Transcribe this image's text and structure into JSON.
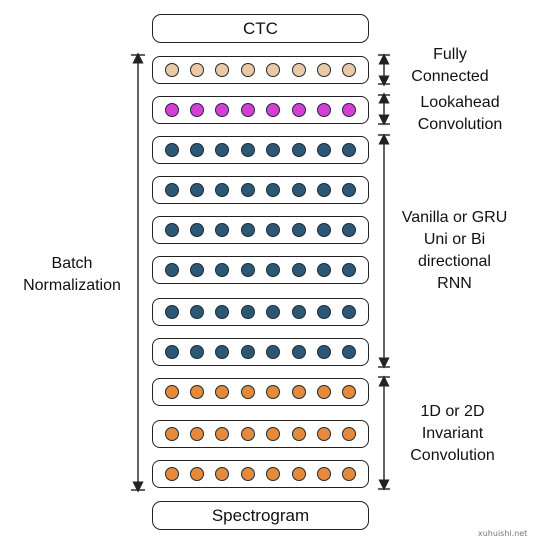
{
  "top_label": "CTC",
  "bottom_label": "Spectrogram",
  "side_labels": {
    "fully_connected": "Fully\nConnected",
    "lookahead": "Lookahead\nConvolution",
    "rnn": "Vanilla or GRU\nUni or Bi\ndirectional\nRNN",
    "conv": "1D or 2D\nInvariant\nConvolution",
    "batch_norm": "Batch\nNormalization"
  },
  "layers": [
    {
      "type": "fully_connected",
      "color": "#ecc9a6",
      "units": 8
    },
    {
      "type": "lookahead",
      "color": "#d63fd6",
      "units": 8
    },
    {
      "type": "rnn",
      "color": "#2d5875",
      "units": 8
    },
    {
      "type": "rnn",
      "color": "#2d5875",
      "units": 8
    },
    {
      "type": "rnn",
      "color": "#2d5875",
      "units": 8
    },
    {
      "type": "rnn",
      "color": "#2d5875",
      "units": 8
    },
    {
      "type": "rnn",
      "color": "#2d5875",
      "units": 8
    },
    {
      "type": "rnn",
      "color": "#2d5875",
      "units": 8
    },
    {
      "type": "conv",
      "color": "#e5893a",
      "units": 8
    },
    {
      "type": "conv",
      "color": "#e5893a",
      "units": 8
    },
    {
      "type": "conv",
      "color": "#e5893a",
      "units": 8
    }
  ],
  "watermark": "xuhuishi.net",
  "colors": {
    "stroke": "#222222",
    "background": "#ffffff"
  }
}
